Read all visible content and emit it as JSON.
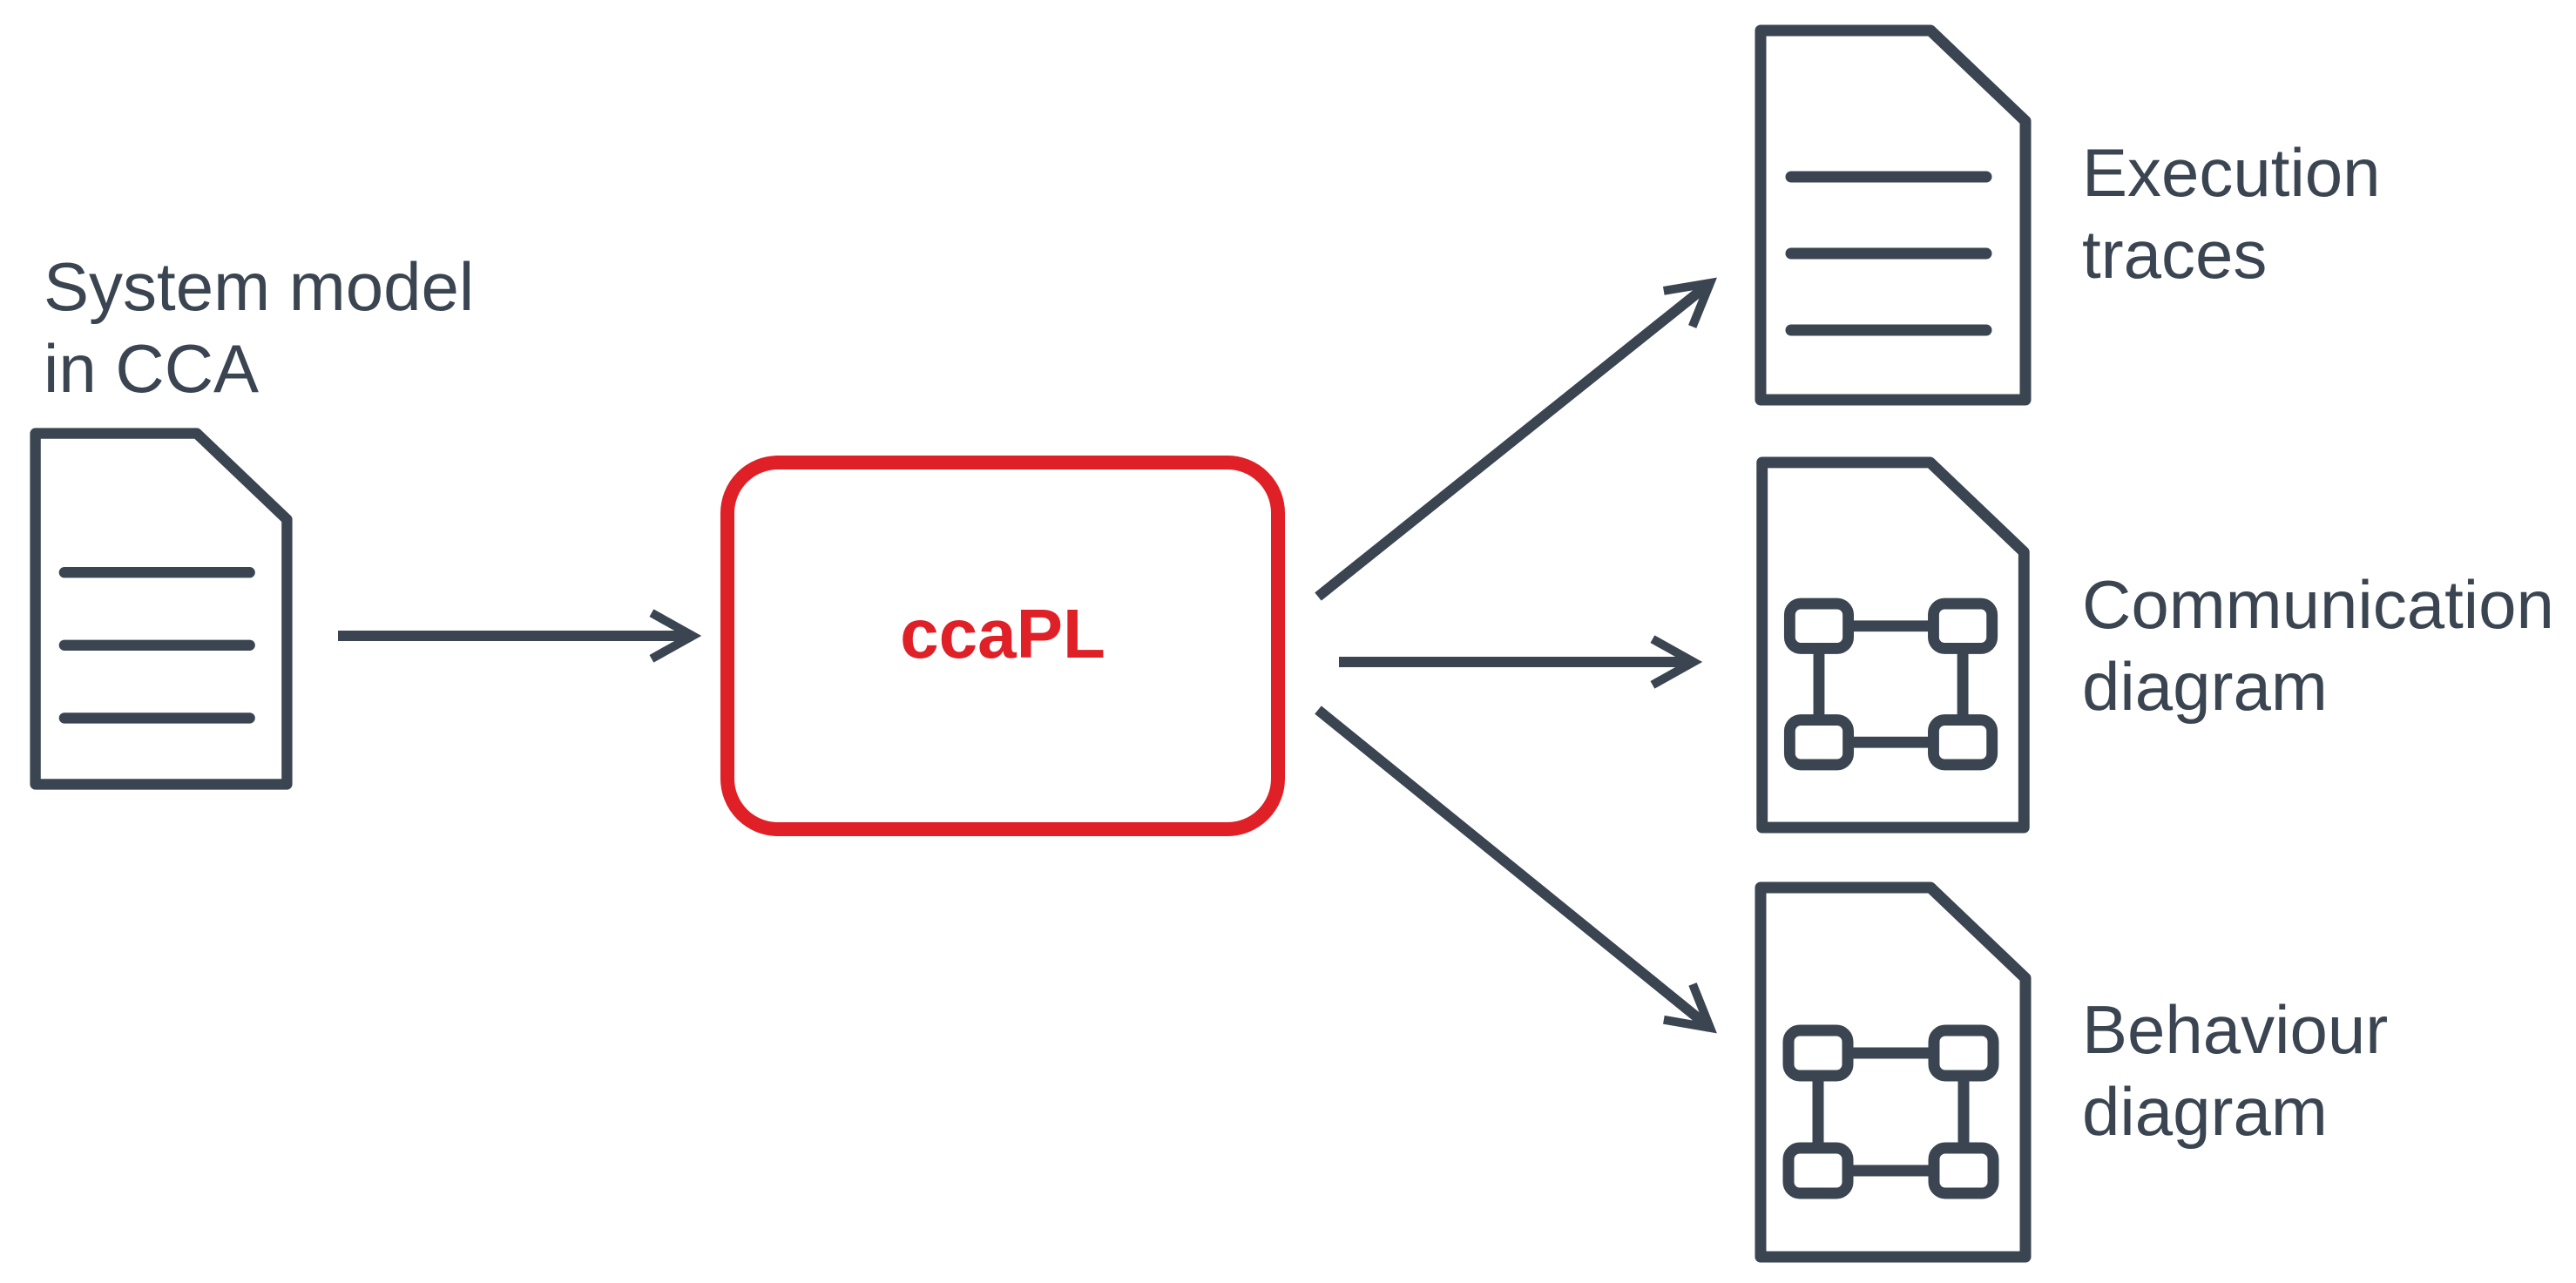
{
  "colors": {
    "stroke": "#3A4551",
    "accent": "#E02027",
    "background": "#FFFFFF"
  },
  "source": {
    "label": "System model\nin CCA",
    "icon": "document-text-icon"
  },
  "processor": {
    "label": "ccaPL"
  },
  "outputs": [
    {
      "label": "Execution\ntraces",
      "icon": "document-text-icon"
    },
    {
      "label": "Communication\ndiagram",
      "icon": "document-diagram-icon"
    },
    {
      "label": "Behaviour\ndiagram",
      "icon": "document-diagram-icon"
    }
  ],
  "connections": [
    {
      "from": "source-document",
      "to": "ccapl-box"
    },
    {
      "from": "ccapl-box",
      "to": "execution-traces-document"
    },
    {
      "from": "ccapl-box",
      "to": "communication-diagram-document"
    },
    {
      "from": "ccapl-box",
      "to": "behaviour-diagram-document"
    }
  ]
}
